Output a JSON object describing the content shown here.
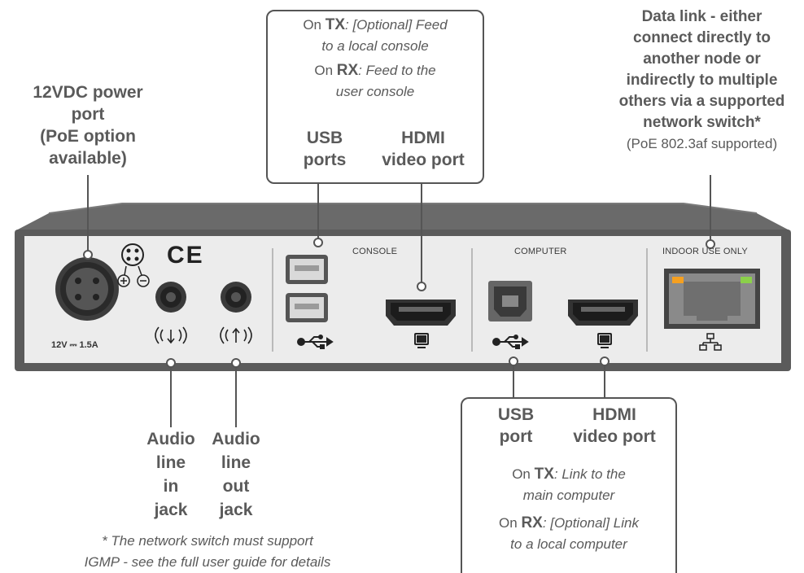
{
  "callouts": {
    "power": [
      "12VDC power",
      "port",
      "(PoE option",
      "available)"
    ],
    "console_box": {
      "tx_prefix": "On ",
      "tx_bold": "TX",
      "tx_text": ": [Optional] Feed",
      "tx_line2": "to a local console",
      "rx_prefix": "On ",
      "rx_bold": "RX",
      "rx_text": ": Feed to the",
      "rx_line2": "user console",
      "usb_label": [
        "USB",
        "ports"
      ],
      "hdmi_label": [
        "HDMI",
        "video port"
      ]
    },
    "datalink": {
      "lines": [
        "Data link - either",
        "connect directly to",
        "another node or",
        "indirectly to multiple",
        "others via a supported",
        "network switch*"
      ],
      "sub": "(PoE 802.3af supported)"
    },
    "audio_in": [
      "Audio",
      "line",
      "in",
      "jack"
    ],
    "audio_out": [
      "Audio",
      "line",
      "out",
      "jack"
    ],
    "computer_box": {
      "usb_label": [
        "USB",
        "port"
      ],
      "hdmi_label": [
        "HDMI",
        "video port"
      ],
      "tx_prefix": "On ",
      "tx_bold": "TX",
      "tx_text": ": Link to the",
      "tx_line2": "main computer",
      "rx_prefix": "On ",
      "rx_bold": "RX",
      "rx_text": ": [Optional] Link",
      "rx_line2": "to a local computer"
    },
    "footnote": [
      "* The network switch must support",
      "IGMP - see the full user guide for details"
    ]
  },
  "panel": {
    "console_label": "CONSOLE",
    "computer_label": "COMPUTER",
    "indoor_label": "INDOOR USE ONLY",
    "power_rating": "12V ⎓ 1.5A",
    "ce_mark": "CE"
  },
  "colors": {
    "device_body": "#5b5b5b",
    "panel_face": "#ececec",
    "port_dark": "#3a3a3a",
    "led_orange": "#f5a020",
    "led_green": "#8bd04a"
  }
}
